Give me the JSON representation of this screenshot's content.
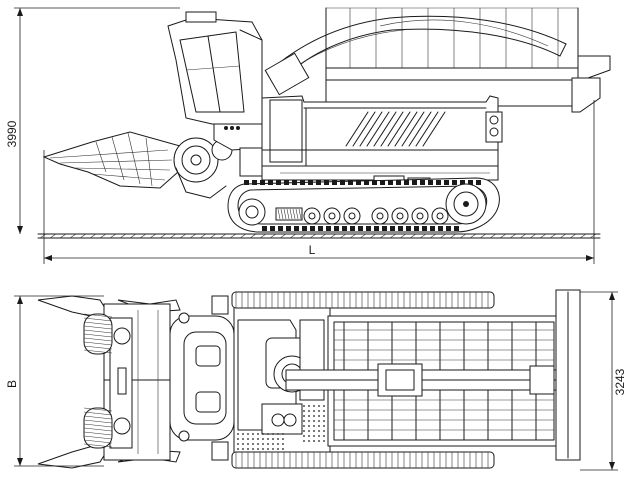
{
  "dimensions": {
    "height_value": "3990",
    "length_label": "L",
    "width_label": "B",
    "track_width_value": "3243"
  }
}
